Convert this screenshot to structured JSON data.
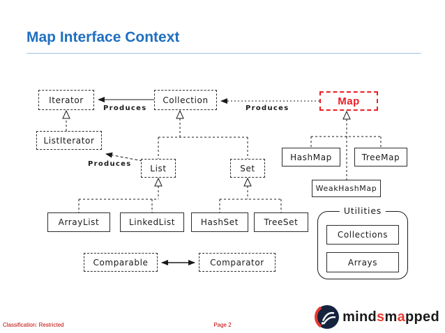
{
  "title": "Map  Interface Context",
  "diagram": {
    "nodes": {
      "iterator": "Iterator",
      "collection": "Collection",
      "map": "Map",
      "listiterator": "ListIterator",
      "list": "List",
      "set": "Set",
      "hashmap": "HashMap",
      "treemap": "TreeMap",
      "weakhashmap": "WeakHashMap",
      "arraylist": "ArrayList",
      "linkedlist": "LinkedList",
      "hashset": "HashSet",
      "treeset": "TreeSet",
      "comparable": "Comparable",
      "comparator": "Comparator",
      "utilities": "Utilities",
      "collections": "Collections",
      "arrays": "Arrays"
    },
    "edge_labels": {
      "produces_iterator": "Produces",
      "produces_collection": "Produces",
      "produces_listiterator": "Produces"
    },
    "edges": [
      {
        "from": "Collection",
        "to": "Iterator",
        "type": "produces"
      },
      {
        "from": "Map",
        "to": "Collection",
        "type": "produces"
      },
      {
        "from": "List",
        "to": "ListIterator",
        "type": "produces"
      },
      {
        "from": "ListIterator",
        "to": "Iterator",
        "type": "extends"
      },
      {
        "from": "List",
        "to": "Collection",
        "type": "extends"
      },
      {
        "from": "Set",
        "to": "Collection",
        "type": "extends"
      },
      {
        "from": "HashMap",
        "to": "Map",
        "type": "implements"
      },
      {
        "from": "TreeMap",
        "to": "Map",
        "type": "implements"
      },
      {
        "from": "WeakHashMap",
        "to": "Map",
        "type": "implements"
      },
      {
        "from": "ArrayList",
        "to": "List",
        "type": "implements"
      },
      {
        "from": "LinkedList",
        "to": "List",
        "type": "implements"
      },
      {
        "from": "HashSet",
        "to": "Set",
        "type": "implements"
      },
      {
        "from": "TreeSet",
        "to": "Set",
        "type": "implements"
      },
      {
        "from": "Comparable",
        "to": "Comparator",
        "type": "association"
      }
    ]
  },
  "footer": {
    "classification": "Classification: Restricted",
    "page": "Page 2"
  },
  "logo": {
    "name": "mindsmapped",
    "parts": [
      {
        "text": "mind",
        "color": "#1a1a1a"
      },
      {
        "text": "s",
        "color": "#e8392e"
      },
      {
        "text": "m",
        "color": "#1a1a1a"
      },
      {
        "text": "a",
        "color": "#e8392e"
      },
      {
        "text": "pped",
        "color": "#1a1a1a"
      }
    ]
  },
  "colors": {
    "title_blue": "#1f6fc0",
    "title_rule_blue": "#9dc3e6",
    "map_red": "#ed1c24",
    "footer_red": "#c00000",
    "logo_red": "#e8392e",
    "diagram_black": "#1a1a1a"
  }
}
